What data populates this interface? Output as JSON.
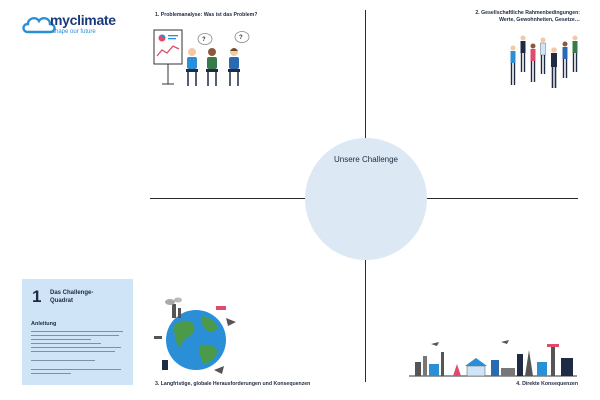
{
  "logo": {
    "brand": "myclimate",
    "tagline": "shape our future",
    "brand_color": "#1a3a7a",
    "accent_color": "#2a8fd6"
  },
  "center": {
    "label": "Unsere Challenge",
    "fill_color": "#dce9f5"
  },
  "quadrants": {
    "q1": "1. Problemanalyse: Was ist das Problem?",
    "q2_line1": "2. Gesellschaftliche Rahmenbedingungen:",
    "q2_line2": "Werte, Gewohnheiten, Gesetze…",
    "q3": "3. Langfristige, globale Herausforderungen und Konsequenzen",
    "q4": "4. Direkte Konsequenzen"
  },
  "info_box": {
    "number": "1",
    "title_line1": "Das Challenge-",
    "title_line2": "Quadrat",
    "subtitle": "Anleitung",
    "fill_color": "#cfe4f7"
  },
  "icons": {
    "people_illustration": "meeting-people-icon",
    "crowd_illustration": "crowd-icon",
    "globe_illustration": "globe-icon",
    "city_illustration": "city-skyline-icon"
  }
}
